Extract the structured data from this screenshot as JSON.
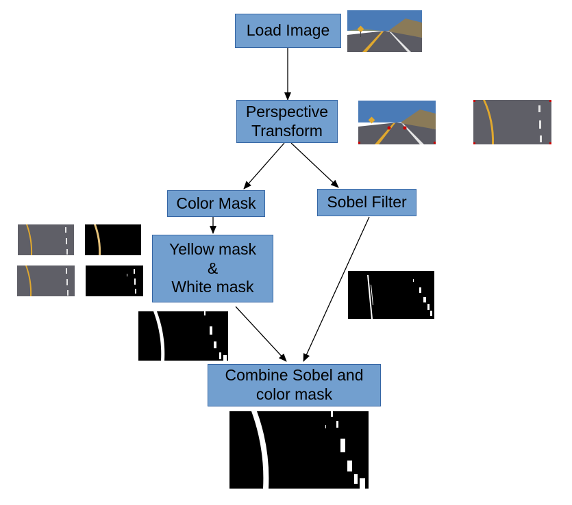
{
  "nodes": {
    "load_image": {
      "label": "Load Image"
    },
    "perspective": {
      "line1": "Perspective",
      "line2": "Transform"
    },
    "color_mask": {
      "label": "Color Mask"
    },
    "sobel": {
      "label": "Sobel Filter"
    },
    "yellow_white": {
      "line1": "Yellow mask",
      "line2": "&",
      "line3": "White mask"
    },
    "combine": {
      "line1": "Combine Sobel and",
      "line2": "color mask"
    }
  },
  "colors": {
    "box_fill": "#729fcf",
    "box_border": "#3465a4",
    "arrow": "#000000",
    "road": "#5b5b63",
    "lane_yellow": "#e0a82e",
    "sky": "#3d6fa8",
    "marker": "#cc0000"
  }
}
